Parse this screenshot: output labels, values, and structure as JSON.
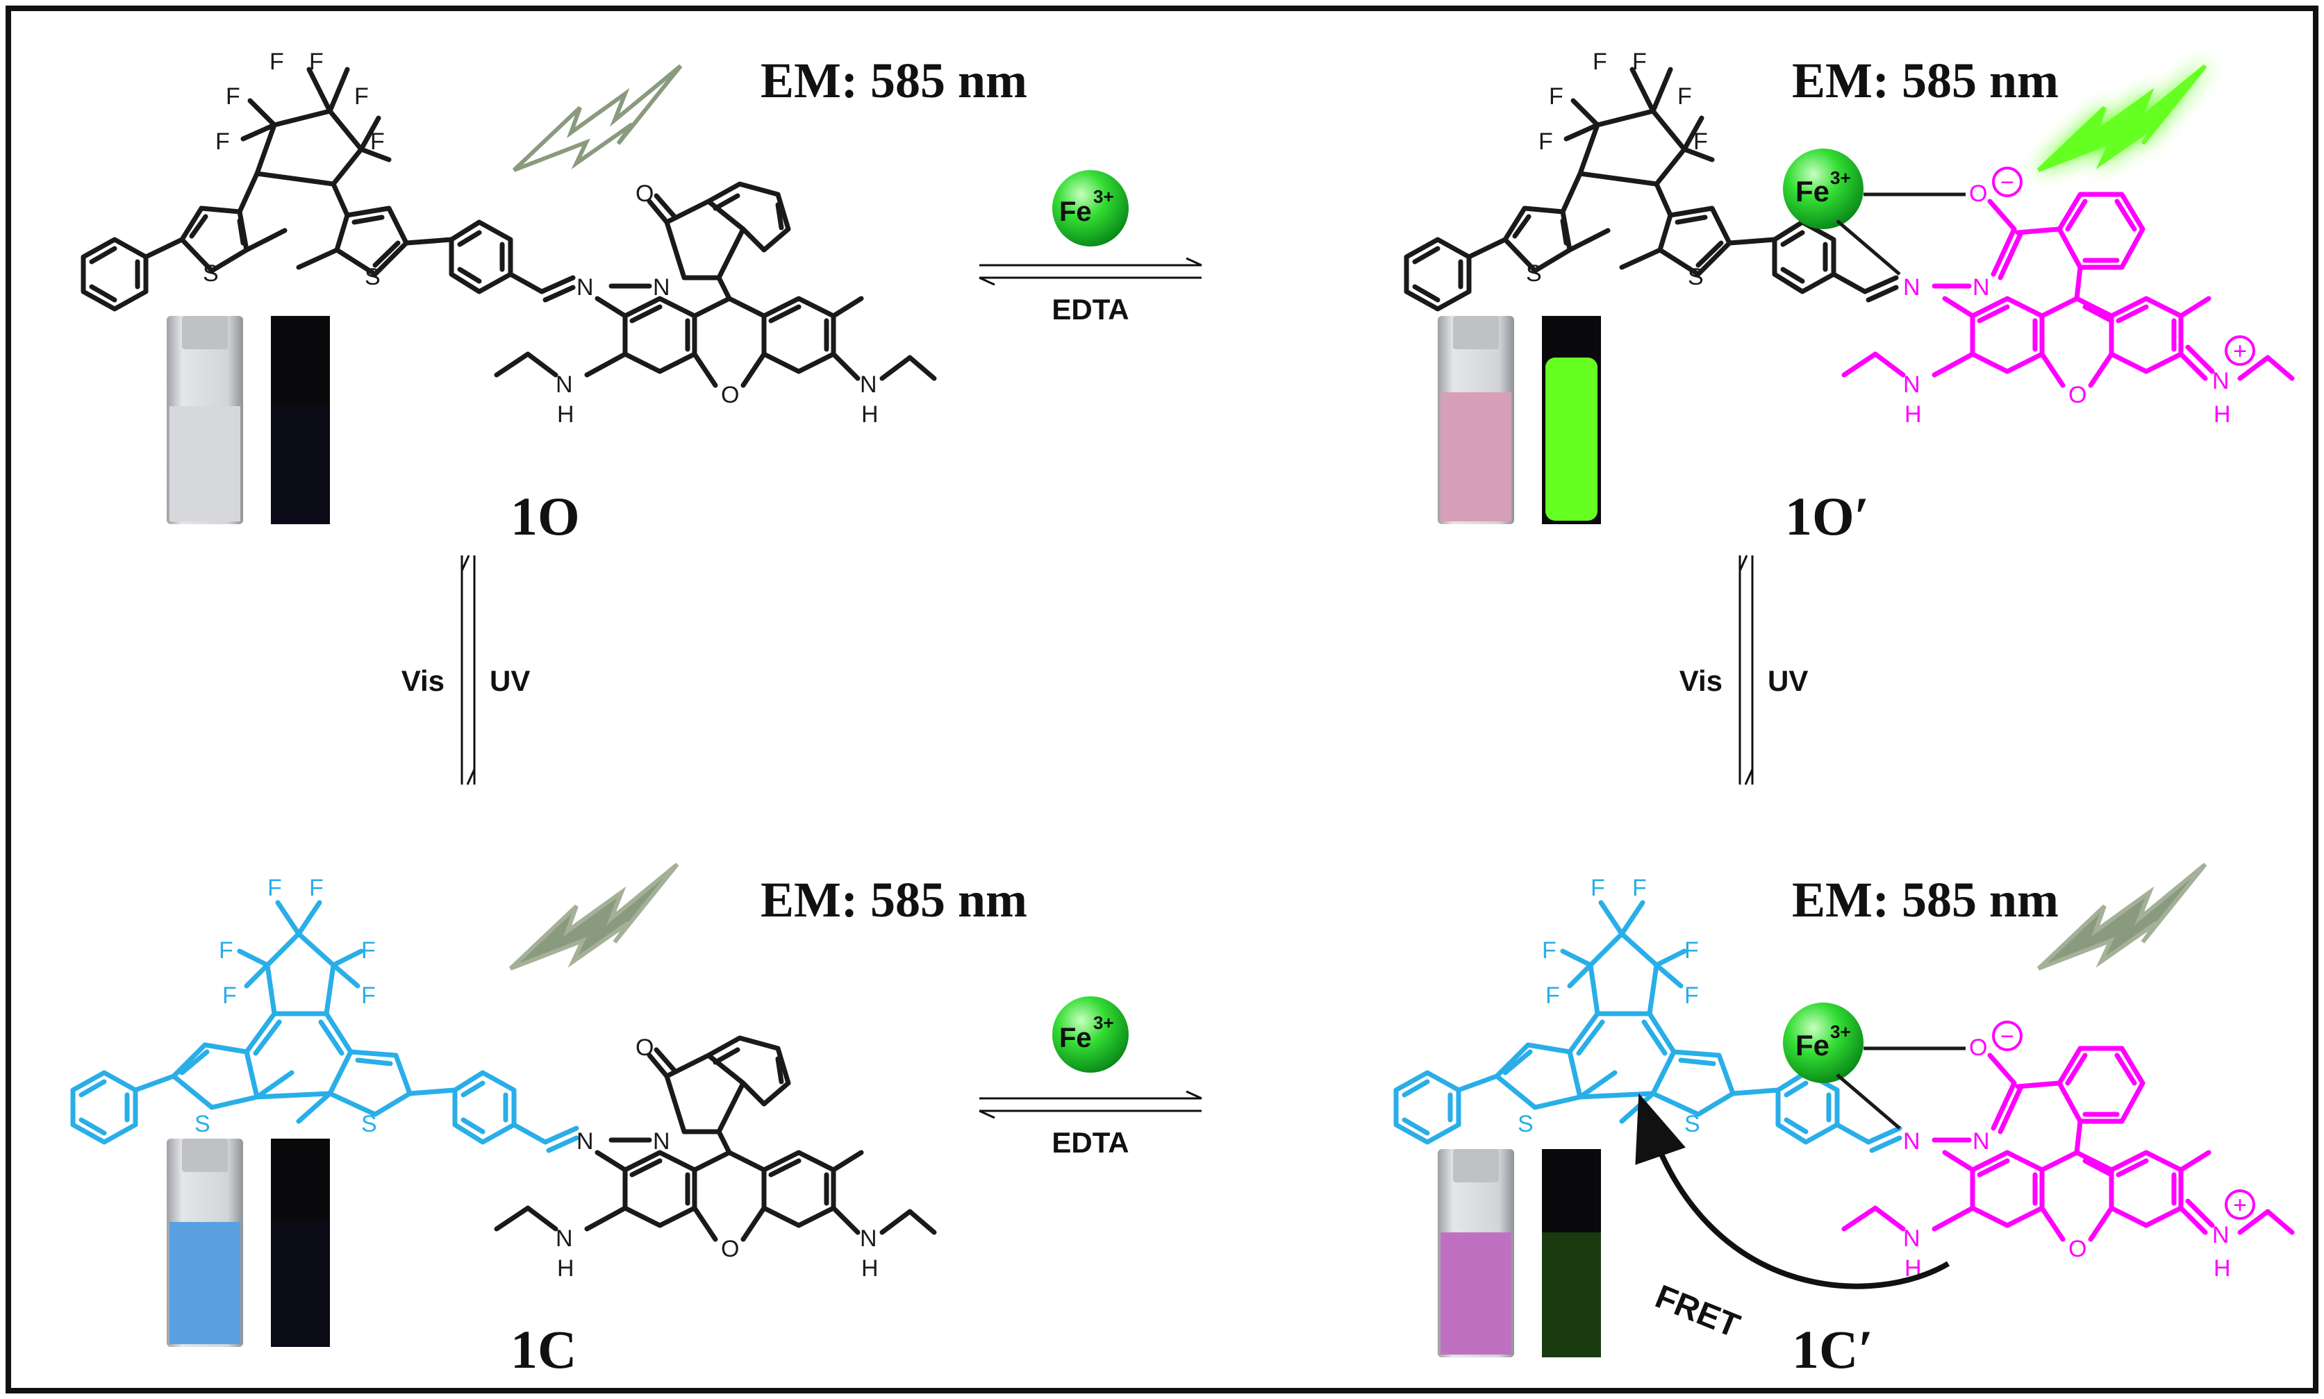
{
  "panels": {
    "open": {
      "em_label": "EM: 585 nm",
      "compound_label": "1O",
      "labels": {
        "f": "F",
        "s": "S",
        "n": "N",
        "o": "O",
        "h": "H"
      },
      "vial_colors": {
        "ambient": "#d6d8dc",
        "fluorescence": "#0b0b18"
      }
    },
    "open_fe": {
      "em_label": "EM: 585 nm",
      "compound_label": "1O′",
      "labels": {
        "f": "F",
        "s": "S",
        "n": "N",
        "o": "O",
        "h": "H",
        "ominus": "O",
        "charge_minus": "−",
        "charge_plus": "+"
      },
      "vial_colors": {
        "ambient": "#d8a0b8",
        "fluorescence": "#66ff22"
      }
    },
    "closed": {
      "em_label": "EM: 585 nm",
      "compound_label": "1C",
      "labels": {
        "f": "F",
        "s": "S",
        "n": "N",
        "o": "O",
        "h": "H"
      },
      "vial_colors": {
        "ambient": "#5aa0e0",
        "fluorescence": "#0b0b18"
      }
    },
    "closed_fe": {
      "em_label": "EM: 585 nm",
      "compound_label": "1C′",
      "labels": {
        "f": "F",
        "s": "S",
        "n": "N",
        "o": "O",
        "h": "H",
        "ominus": "O",
        "charge_minus": "−",
        "charge_plus": "+"
      },
      "vial_colors": {
        "ambient": "#c070c0",
        "fluorescence": "#1a3a10"
      },
      "fret_label": "FRET"
    }
  },
  "arrows": {
    "top": {
      "fe_symbol": "Fe",
      "fe_charge": "3+",
      "reverse_label": "EDTA"
    },
    "bottom": {
      "fe_symbol": "Fe",
      "fe_charge": "3+",
      "reverse_label": "EDTA"
    },
    "left": {
      "down_label": "UV",
      "up_label": "Vis"
    },
    "right": {
      "down_label": "UV",
      "up_label": "Vis"
    }
  },
  "colors": {
    "black_structure": "#1a1a1a",
    "closed_structure": "#29aee8",
    "rhodamine_open": "#ff00ff",
    "fe_sphere": "#22cc33",
    "bolt_gray": "#8a9a7e",
    "bolt_green": "#66ff22"
  }
}
